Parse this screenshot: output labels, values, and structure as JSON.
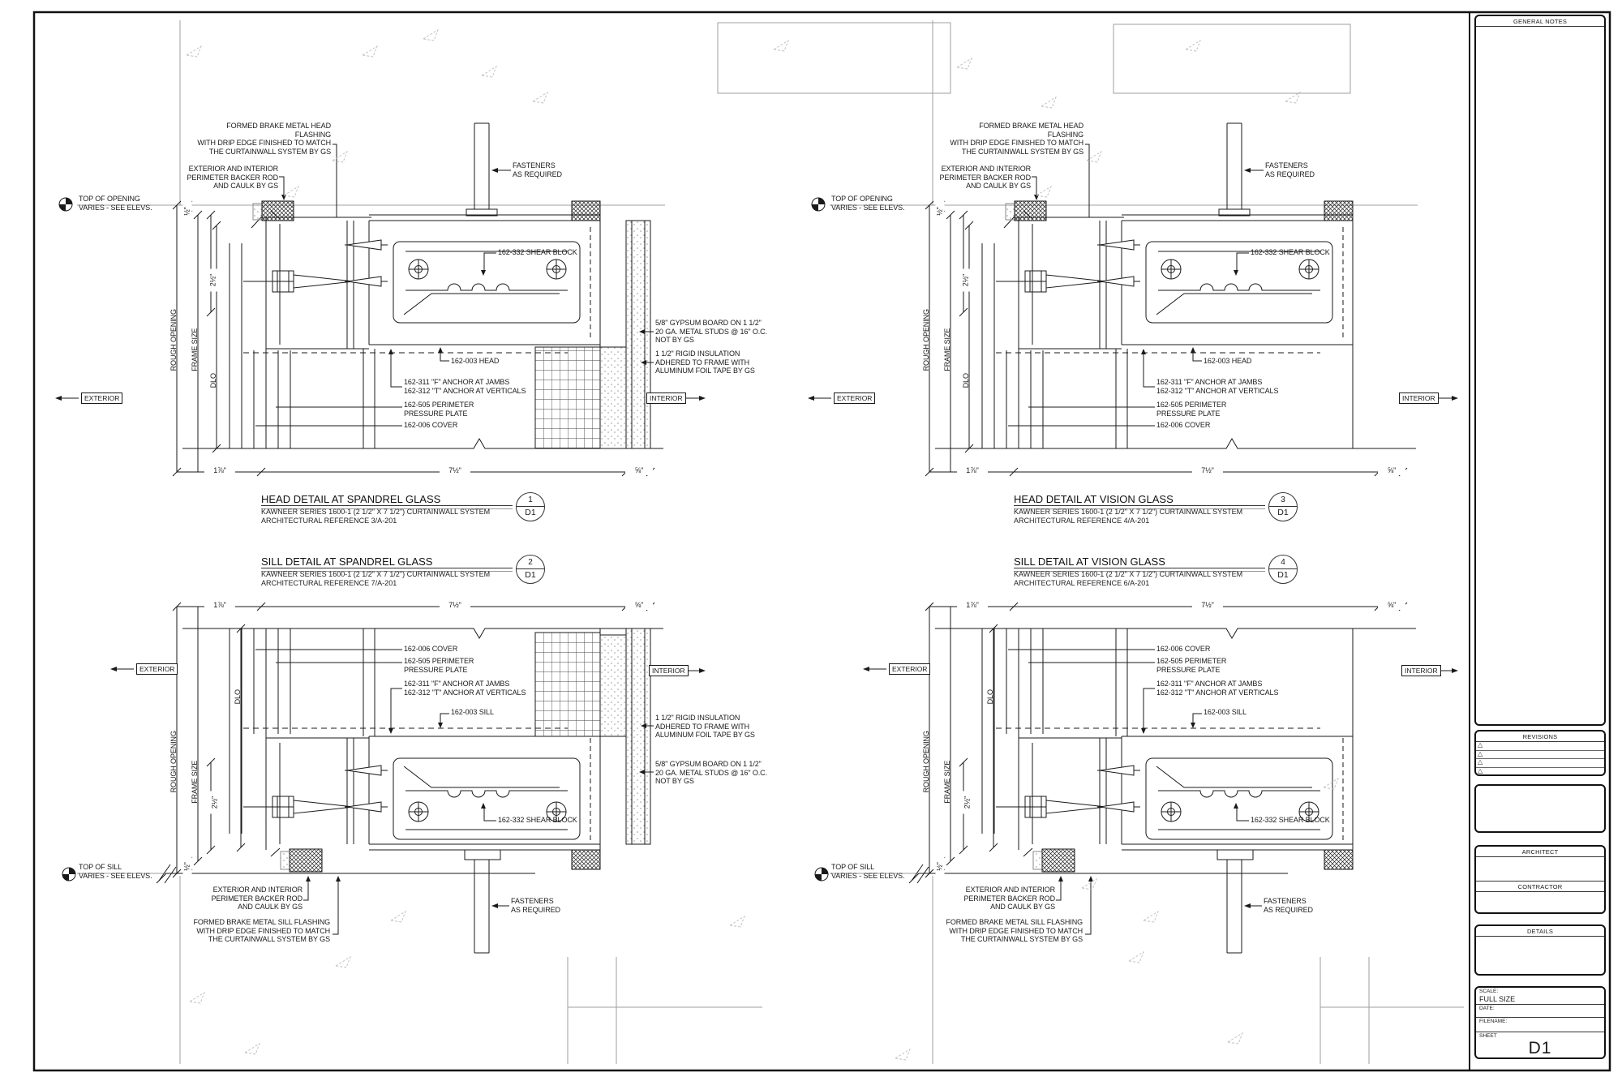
{
  "details": [
    {
      "title": "HEAD DETAIL AT SPANDREL GLASS",
      "sub1": "KAWNEER SERIES 1600-1 (2 1/2\" X 7 1/2\") CURTAINWALL SYSTEM",
      "sub2": "ARCHITECTURAL REFERENCE 3/A-201",
      "num": "1",
      "sheet": "D1"
    },
    {
      "title": "SILL DETAIL AT SPANDREL GLASS",
      "sub1": "KAWNEER SERIES 1600-1 (2 1/2\" X 7 1/2\") CURTAINWALL SYSTEM",
      "sub2": "ARCHITECTURAL REFERENCE 7/A-201",
      "num": "2",
      "sheet": "D1"
    },
    {
      "title": "HEAD DETAIL AT VISION GLASS",
      "sub1": "KAWNEER SERIES 1600-1 (2 1/2\" X 7 1/2\") CURTAINWALL SYSTEM",
      "sub2": "ARCHITECTURAL REFERENCE 4/A-201",
      "num": "3",
      "sheet": "D1"
    },
    {
      "title": "SILL DETAIL AT VISION GLASS",
      "sub1": "KAWNEER SERIES 1600-1 (2 1/2\" X 7 1/2\") CURTAINWALL SYSTEM",
      "sub2": "ARCHITECTURAL REFERENCE 6/A-201",
      "num": "4",
      "sheet": "D1"
    }
  ],
  "ann": {
    "head_flashing": "FORMED BRAKE METAL HEAD FLASHING\nWITH DRIP EDGE FINISHED TO MATCH\nTHE CURTAINWALL SYSTEM BY GS",
    "sill_flashing": "FORMED BRAKE METAL SILL FLASHING\nWITH DRIP EDGE FINISHED TO MATCH\nTHE CURTAINWALL SYSTEM BY GS",
    "backer_rod": "EXTERIOR AND INTERIOR\nPERIMETER BACKER ROD\nAND CAULK BY GS",
    "fasteners": "FASTENERS\nAS REQUIRED",
    "shear_block": "162-332 SHEAR BLOCK",
    "head": "162-003 HEAD",
    "sill": "162-003 SILL",
    "anchors": "162-311 \"F\" ANCHOR AT JAMBS\n162-312 \"T\" ANCHOR AT VERTICALS",
    "pressure_plate": "162-505 PERIMETER\nPRESSURE PLATE",
    "cover": "162-006 COVER",
    "gypsum": "5/8\" GYPSUM BOARD ON 1 1/2\"\n20 GA. METAL STUDS @ 16\" O.C.\nNOT BY GS",
    "insulation": "1 1/2\" RIGID INSULATION\nADHERED TO FRAME WITH\nALUMINUM FOIL TAPE BY GS",
    "top_of_opening": "TOP OF OPENING\nVARIES - SEE ELEVS.",
    "top_of_sill": "TOP OF SILL\nVARIES - SEE ELEVS."
  },
  "marks": {
    "exterior": "EXTERIOR",
    "interior": "INTERIOR",
    "rough_opening": "ROUGH OPENING",
    "frame_size": "FRAME SIZE",
    "dlo": "DLO"
  },
  "dims": {
    "half": "½\"",
    "two_half": "2½\"",
    "one_seven_eighths": "1⅞\"",
    "seven_half": "7½\"",
    "five_eighths": "⅝\""
  },
  "icons": {
    "revision_triangle": "△"
  },
  "titleblock": {
    "general_notes": "GENERAL NOTES",
    "revisions": "REVISIONS",
    "architect": "ARCHITECT",
    "contractor": "CONTRACTOR",
    "details": "DETAILS",
    "scale_label": "SCALE:",
    "scale": "FULL SIZE",
    "date_label": "DATE:",
    "filename_label": "FILENAME:",
    "sheet_label": "SHEET",
    "sheet": "D1"
  },
  "colors": {
    "line": "#1a1a1a",
    "construction": "#9f9f9f",
    "revision_marker": "#bdbdbd"
  }
}
